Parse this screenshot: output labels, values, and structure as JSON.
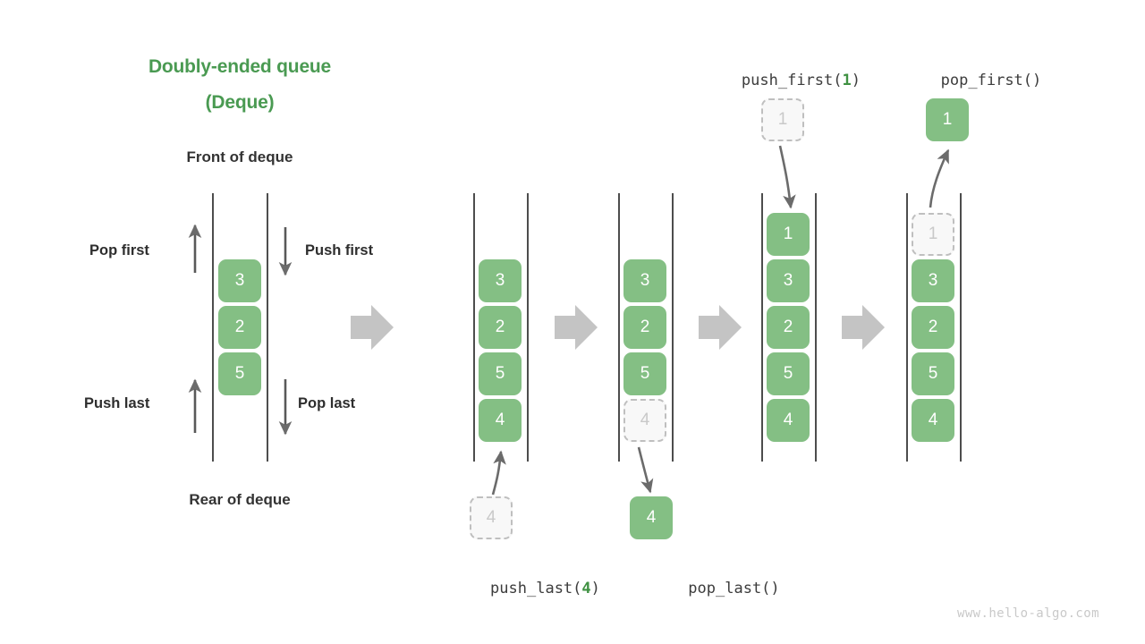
{
  "title": {
    "line1": "Doubly-ended queue",
    "line2": "(Deque)"
  },
  "labels": {
    "front_of_deque": "Front of deque",
    "rear_of_deque": "Rear of deque",
    "pop_first": "Pop first",
    "push_first": "Push first",
    "push_last": "Push last",
    "pop_last": "Pop last"
  },
  "operations": {
    "push_first": {
      "name": "push_first(",
      "arg": "1",
      "close": ")"
    },
    "pop_first": {
      "name": "pop_first()",
      "arg": "",
      "close": ""
    },
    "push_last": {
      "name": "push_last(",
      "arg": "4",
      "close": ")"
    },
    "pop_last": {
      "name": "pop_last()",
      "arg": "",
      "close": ""
    }
  },
  "columns": [
    {
      "id": "initial",
      "cells": [
        {
          "value": "3",
          "state": "solid"
        },
        {
          "value": "2",
          "state": "solid"
        },
        {
          "value": "5",
          "state": "solid"
        }
      ]
    },
    {
      "id": "after-push-last",
      "cells": [
        {
          "value": "3",
          "state": "solid"
        },
        {
          "value": "2",
          "state": "solid"
        },
        {
          "value": "5",
          "state": "solid"
        },
        {
          "value": "4",
          "state": "solid"
        }
      ]
    },
    {
      "id": "after-pop-last",
      "cells": [
        {
          "value": "3",
          "state": "solid"
        },
        {
          "value": "2",
          "state": "solid"
        },
        {
          "value": "5",
          "state": "solid"
        },
        {
          "value": "4",
          "state": "ghost"
        }
      ]
    },
    {
      "id": "after-push-first",
      "cells": [
        {
          "value": "1",
          "state": "solid"
        },
        {
          "value": "3",
          "state": "solid"
        },
        {
          "value": "2",
          "state": "solid"
        },
        {
          "value": "5",
          "state": "solid"
        },
        {
          "value": "4",
          "state": "solid"
        }
      ]
    },
    {
      "id": "after-pop-first",
      "cells": [
        {
          "value": "1",
          "state": "ghost"
        },
        {
          "value": "3",
          "state": "solid"
        },
        {
          "value": "2",
          "state": "solid"
        },
        {
          "value": "5",
          "state": "solid"
        },
        {
          "value": "4",
          "state": "solid"
        }
      ]
    }
  ],
  "floating_cells": [
    {
      "id": "push-first-source",
      "value": "1",
      "state": "ghost"
    },
    {
      "id": "pop-first-result",
      "value": "1",
      "state": "solid"
    },
    {
      "id": "push-last-source",
      "value": "4",
      "state": "ghost"
    },
    {
      "id": "pop-last-result",
      "value": "4",
      "state": "solid"
    }
  ],
  "colors": {
    "accent_green": "#84bf84",
    "title_green": "#4a9a52",
    "arrow_gray": "#c4c4c4",
    "thin_arrow_gray": "#6b6b6b",
    "ghost_border": "#bfbfbf",
    "text_dark": "#2e2e2e"
  },
  "watermark": "www.hello-algo.com"
}
